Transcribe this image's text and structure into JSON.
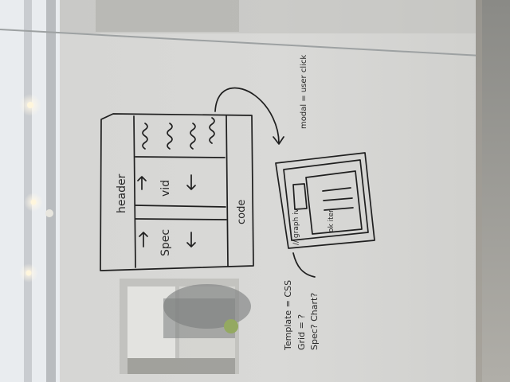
{
  "sketch": {
    "sections": {
      "header": "header",
      "video_pane": "vid",
      "spec_pane": "Spec",
      "code_pane": "code"
    },
    "annotations": {
      "modal": "modal = user click",
      "graph_iv": "// graph iv",
      "preview": "ok iter",
      "notes": [
        "Template = CSS",
        "Grid = ?",
        "Spec? Chart?"
      ]
    }
  }
}
